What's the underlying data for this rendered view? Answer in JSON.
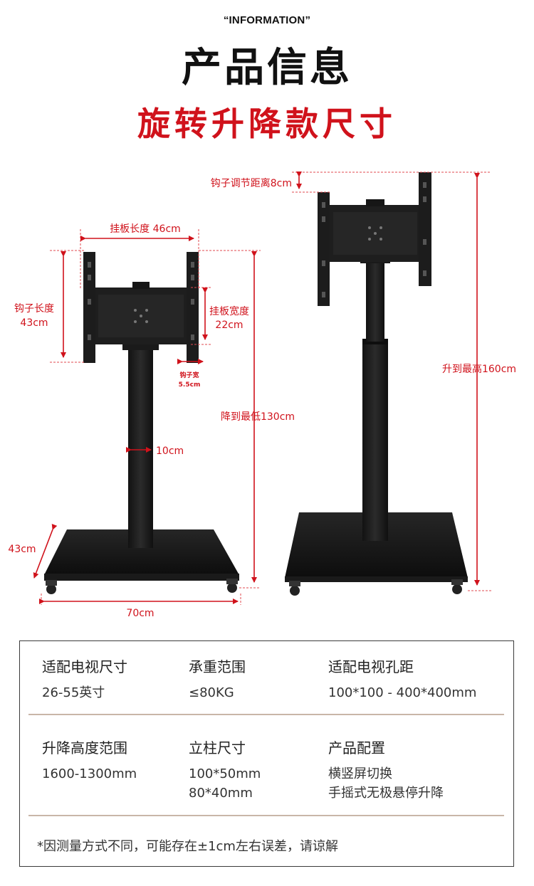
{
  "header": {
    "eyebrow": "“INFORMATION”",
    "title": "产品信息",
    "subtitle": "旋转升降款尺寸"
  },
  "dimensions": {
    "plate_length": "挂板长度 46cm",
    "hook_length_line1": "钩子长度",
    "hook_length_line2": "43cm",
    "plate_width_line1": "挂板宽度",
    "plate_width_line2": "22cm",
    "hook_width_line1": "钩子宽",
    "hook_width_line2": "5.5cm",
    "lowest": "降到最低130cm",
    "column": "10cm",
    "depth": "43cm",
    "width": "70cm",
    "hook_adjust": "钩子调节距离8cm",
    "highest": "升到最高160cm"
  },
  "specs": {
    "row1": [
      {
        "label": "适配电视尺寸",
        "value": "26-55英寸"
      },
      {
        "label": "承重范围",
        "value": "≤80KG"
      },
      {
        "label": "适配电视孔距",
        "value": "100*100 - 400*400mm"
      }
    ],
    "row2": [
      {
        "label": "升降高度范围",
        "value": "1600-1300mm"
      },
      {
        "label": "立柱尺寸",
        "value": "100*50mm\n80*40mm"
      },
      {
        "label": "产品配置",
        "value": "横竖屏切换\n手摇式无极悬停升降"
      }
    ],
    "note": "*因测量方式不同，可能存在±1cm左右误差，请谅解"
  },
  "colors": {
    "accent": "#d0121b",
    "product": "#1c1c1c",
    "border": "#3a3a3a",
    "separator": "#c9b6a8"
  }
}
